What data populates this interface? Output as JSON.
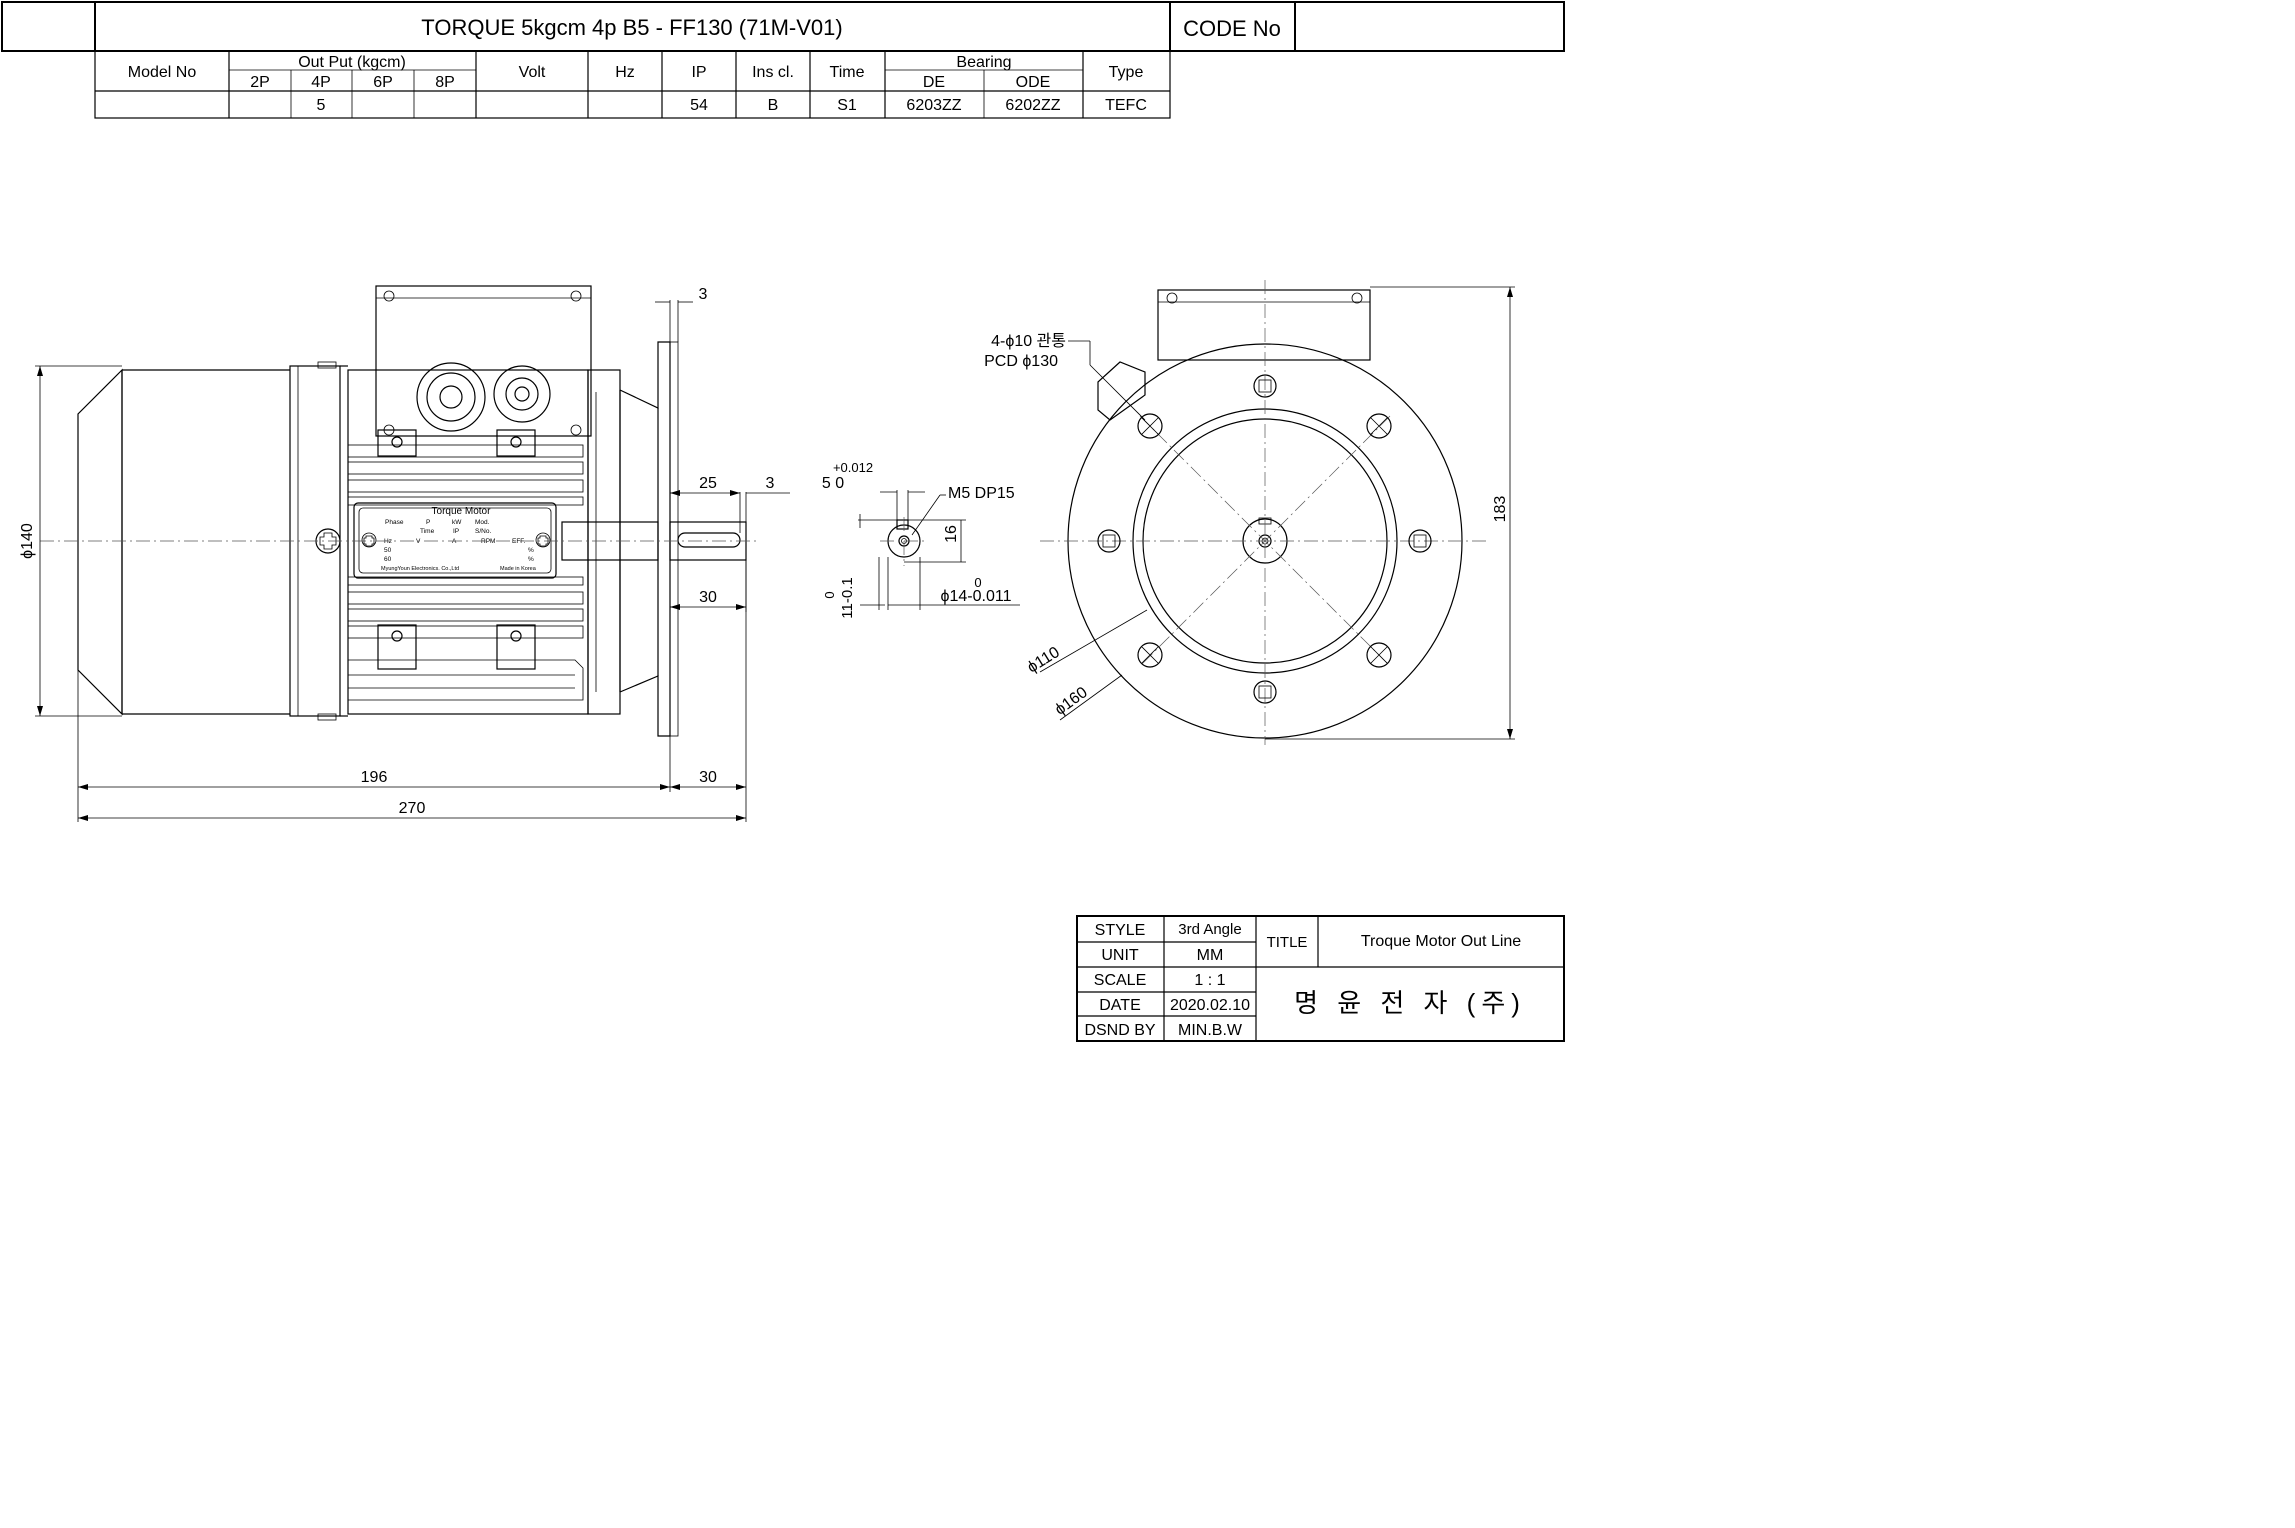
{
  "header": {
    "title": "TORQUE 5kgcm 4p  B5 - FF130 (71M-V01)",
    "code_label": "CODE No",
    "code_value": ""
  },
  "spec": {
    "headers": {
      "model_no": "Model No",
      "output": "Out Put (kgcm)",
      "poles": [
        "2P",
        "4P",
        "6P",
        "8P"
      ],
      "volt": "Volt",
      "hz": "Hz",
      "ip": "IP",
      "ins": "Ins cl.",
      "time": "Time",
      "bearing": "Bearing",
      "de": "DE",
      "ode": "ODE",
      "type": "Type"
    },
    "row": {
      "model_no": "",
      "p2": "",
      "p4": "5",
      "p6": "",
      "p8": "",
      "volt": "",
      "hz": "",
      "ip": "54",
      "ins": "B",
      "time": "S1",
      "de": "6203ZZ",
      "ode": "6202ZZ",
      "type": "TEFC"
    }
  },
  "nameplate": {
    "title": "Torque  Motor",
    "r1": [
      "Phase",
      "P",
      "kW",
      "Mod."
    ],
    "r2": [
      "Time",
      "IP",
      "S/No."
    ],
    "r3": [
      "Hz",
      "V",
      "A",
      "RPM",
      "EFF."
    ],
    "r4": [
      "50",
      "%"
    ],
    "r5": [
      "60",
      "%"
    ],
    "maker": "MyungYoun Electronics. Co.,Ltd",
    "made": "Made in Korea"
  },
  "dims": {
    "d3_top": "3",
    "dia140": "ϕ140",
    "d25": "25",
    "d3_shaft": "3",
    "d30_shaft": "30",
    "d196": "196",
    "d30_flange": "30",
    "d270": "270",
    "key_tol_plus": "+0.012",
    "key_width": "5 0",
    "tap": "M5 DP15",
    "d16": "16",
    "d11_zero": "0",
    "d11": "11-0.1",
    "shaft_zero": "0",
    "shaft_dia": "ϕ14-0.011",
    "holes": "4-ϕ10 관통",
    "pcd": "PCD ϕ130",
    "dia110": "ϕ110",
    "dia160": "ϕ160",
    "d183": "183"
  },
  "titleblock": {
    "style_label": "STYLE",
    "style_value": "3rd Angle",
    "unit_label": "UNIT",
    "unit_value": "MM",
    "scale_label": "SCALE",
    "scale_value": "1 : 1",
    "date_label": "DATE",
    "date_value": "2020.02.10",
    "dsnd_label": "DSND BY",
    "dsnd_value": "MIN.B.W",
    "title_label": "TITLE",
    "title_value": "Troque  Motor Out Line",
    "company": "명 윤 전 자 (주)"
  }
}
